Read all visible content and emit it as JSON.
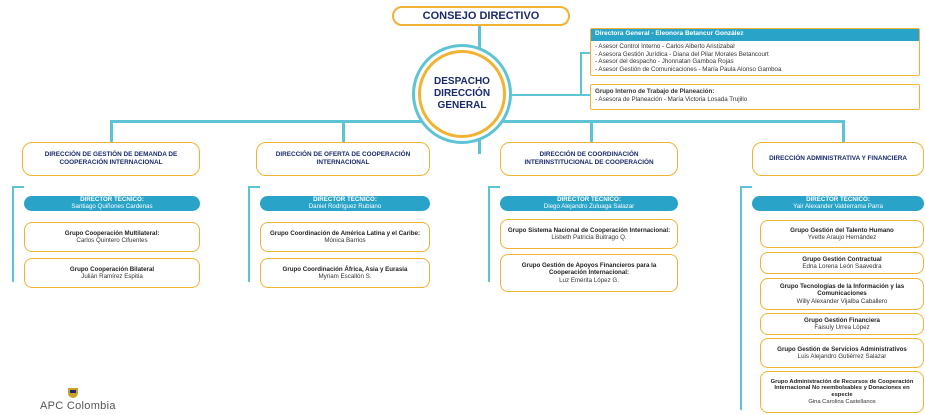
{
  "consejo": "CONSEJO DIRECTIVO",
  "despacho": "DESPACHO DIRECCIÓN GENERAL",
  "directora": {
    "header": "Directora General - Eleonora Betancur González",
    "items": [
      "- Asesor Control Interno - Carlos Alberto Aristizabal",
      "- Asesora Gestión Jurídica - Diana del Pilar Morales Betancourt",
      "- Asesor del despacho - Jhonnatan Gamboa Rojas",
      "- Asesor Gestión de Comunicaciones - María Paula Alonso Gamboa"
    ]
  },
  "planeacion": {
    "title": "Grupo Interno de Trabajo de Planeación:",
    "line": "- Asesora de Planeación - María Victoria Losada Trujillo"
  },
  "directions": [
    {
      "name": "DIRECCIÓN DE GESTIÓN DE DEMANDA DE COOPERACIÓN INTERNACIONAL",
      "tech_label": "DIRECTOR TÉCNICO:",
      "tech_name": "Santiago Quiñones Cardenas",
      "groups": [
        {
          "name": "Grupo Cooperación Multilateral:",
          "person": "Carlos Quintero Cifuentes"
        },
        {
          "name": "Grupo Cooperación Bilateral",
          "person": "Julián Ramírez Espitia"
        }
      ]
    },
    {
      "name": "DIRECCIÓN DE OFERTA DE COOPERACIÓN INTERNACIONAL",
      "tech_label": "DIRECTOR TÉCNICO:",
      "tech_name": "Daniel Rodríguez Rubiano",
      "groups": [
        {
          "name": "Grupo Coordinación de América Latina y el Caribe:",
          "person": "Mónica Barrios"
        },
        {
          "name": "Grupo Coordinación África, Asia y Eurasia",
          "person": "Myriam Escallón S."
        }
      ]
    },
    {
      "name": "DIRECCIÓN DE COORDINACIÓN INTERINSTITUCIONAL DE COOPERACIÓN",
      "tech_label": "DIRECTOR TÉCNICO:",
      "tech_name": "Diego Alejandro Zuluaga Salazar",
      "groups": [
        {
          "name": "Grupo Sistema Nacional de Cooperación Internacional:",
          "person": "Lisbeth Patricia Buitrago Q."
        },
        {
          "name": "Grupo Gestión de Apoyos Financieros para la Cooperación Internacional:",
          "person": "Luz Emérita López G."
        }
      ]
    },
    {
      "name": "DIRECCIÓN ADMINISTRATIVA Y FINANCIERA",
      "tech_label": "DIRECTOR TÉCNICO:",
      "tech_name": "Yair Alexander Valderrama Parra",
      "groups": [
        {
          "name": "Grupo Gestión del Talento Humano",
          "person": "Yvette Araujo Hernández"
        },
        {
          "name": "Grupo Gestión Contractual",
          "person": "Edna Lorena León Saavedra"
        },
        {
          "name": "Grupo Tecnologías de la Información y las Comunicaciones",
          "person": "Willy Alexander Vijalba Caballero"
        },
        {
          "name": "Grupo Gestión Financiera",
          "person": "Faisuly Urrea López"
        },
        {
          "name": "Grupo Gestión de Servicios Administrativos",
          "person": "Luis Alejandro Gutiérrez Salazar"
        },
        {
          "name": "Grupo Administración de Recursos de Cooperación Internacional No reembolsables y Donaciones en especie",
          "person": "Gina Carolina Castellanos"
        }
      ]
    }
  ],
  "logo": "APC Colombia",
  "colors": {
    "accent": "#f2b233",
    "teal": "#2aa3c8",
    "line": "#5fc3d6",
    "navy": "#1a2a6c"
  }
}
